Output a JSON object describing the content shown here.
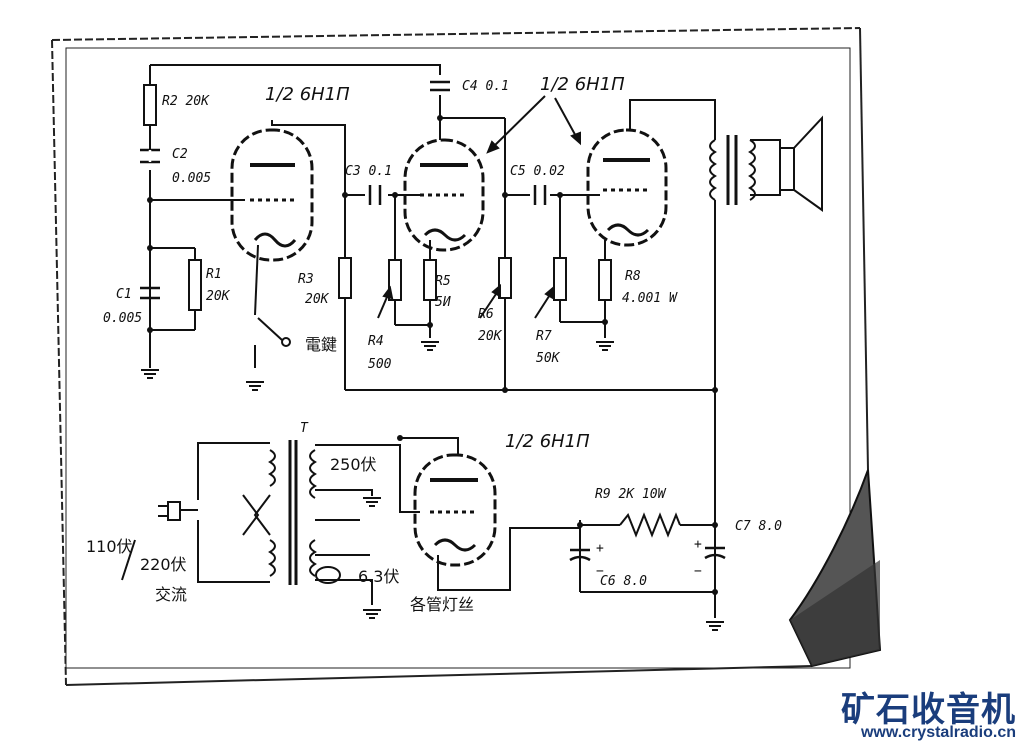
{
  "tubes": {
    "v1": "1/2 6H1П",
    "v2v3": "1/2 6H1П",
    "rect": "1/2 6H1П"
  },
  "components": {
    "r2": "R2 20K",
    "c2": "C2",
    "c2_val": "0.005",
    "c1": "C1",
    "c1_val": "0.005",
    "r1": "R1",
    "r1_val": "20K",
    "r3": "R3",
    "r3_val": "20K",
    "c3": "C3 0.1",
    "r4": "R4",
    "r4_val": "500",
    "r5": "R5",
    "r5_val": "5И",
    "c4": "C4 0.1",
    "r6": "R6",
    "r6_val": "20K",
    "c5": "C5 0.02",
    "r7": "R7",
    "r7_val": "50K",
    "r8": "R8",
    "r8_val": "4.001 W",
    "r9": "R9 2K 10W",
    "c7": "C7 8.0",
    "c6": "C6 8.0",
    "transformer": "T"
  },
  "power": {
    "hv": "250伏",
    "heater": "6.3伏",
    "mains": "110伏",
    "mains2": "220伏",
    "ac": "交流",
    "filaments": "各管灯丝",
    "key": "電鍵"
  },
  "watermark": {
    "title": "矿石收音机",
    "url": "www.crystalradio.cn"
  }
}
